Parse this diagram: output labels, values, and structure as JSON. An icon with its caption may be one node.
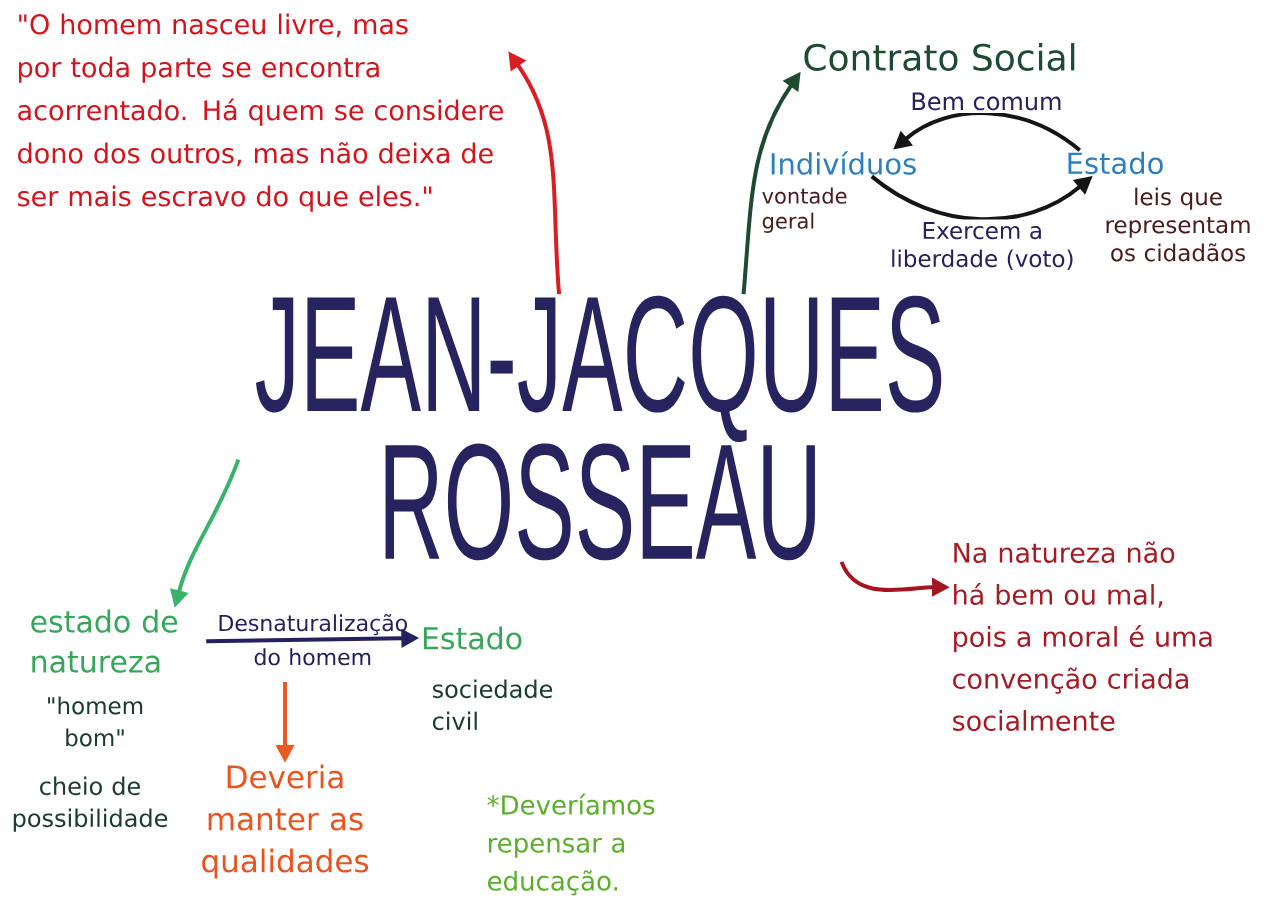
{
  "diagram": {
    "nodes": [
      {
        "text": [
          "\"O homem nasceu livre, mas por toda parte se encontra acorrentado. Há quem se considere dono dos outros, mas não deixa de ser mais escravo do que eles.\""
        ]
      },
      {
        "text": [
          "Contrato Social"
        ]
      },
      {
        "text": [
          "Indivíduos"
        ],
        "beside": [
          "vontade geral"
        ]
      },
      {
        "text": [
          "Estado"
        ],
        "beside": [
          "leis que representam os cidadãos"
        ]
      },
      {
        "text": [
          "JEAN-JACQUES ROSSEAU"
        ]
      },
      {
        "text": [
          "Na natureza não há bem ou mal, pois a moral é uma convenção criada socialmente"
        ]
      },
      {
        "text": [
          "estado de natureza"
        ],
        "beside": [
          "\"homem bom\"",
          "cheio de possibilidade"
        ]
      },
      {
        "text": [
          "Estado"
        ],
        "beside": [
          "sociedade civil"
        ]
      },
      {
        "text": [
          "Deveria manter as qualidades"
        ]
      }
    ],
    "edges": [
      {
        "from": 4,
        "to": 0,
        "arrow": "to",
        "color": "#d81e22"
      },
      {
        "from": 4,
        "to": 1,
        "arrow": "to",
        "color": "#1e4a30"
      },
      {
        "from": 3,
        "to": 2,
        "arrow": "to",
        "label": "Bem comum",
        "color": "#151515"
      },
      {
        "from": 2,
        "to": 3,
        "arrow": "to",
        "label": "Exercem a liberdade (voto)",
        "color": "#151515"
      },
      {
        "from": 4,
        "to": 6,
        "arrow": "to",
        "color": "#3ab36a"
      },
      {
        "from": 4,
        "to": 5,
        "arrow": "to",
        "color": "#a3161f"
      },
      {
        "from": 6,
        "to": 7,
        "arrow": "to",
        "label": "Desnaturalização do homem",
        "color": "#23215f"
      },
      {
        "from": null,
        "to": 8,
        "arrow": "to",
        "color": "#ea5a24"
      }
    ],
    "labels": [
      "*Deveríamos repensar a educação."
    ]
  }
}
